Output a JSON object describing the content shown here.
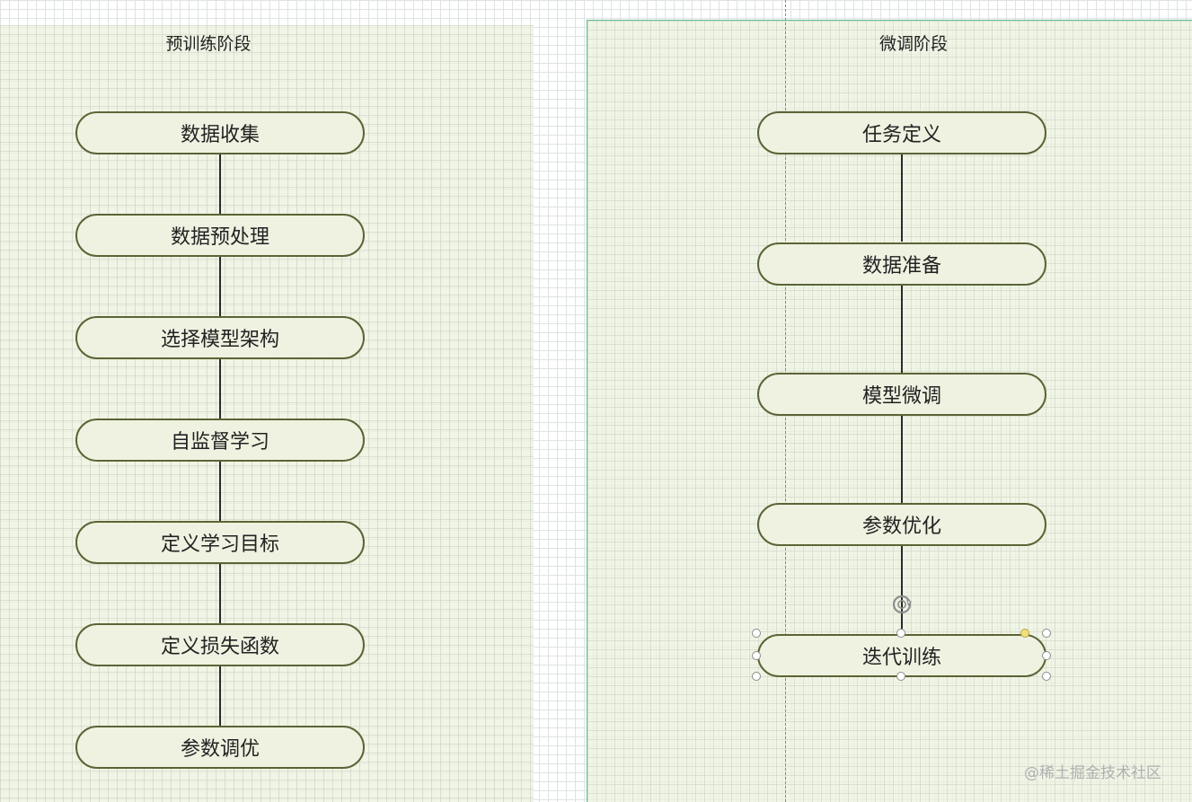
{
  "lanes": {
    "left": {
      "title": "预训练阶段"
    },
    "right": {
      "title": "微调阶段"
    }
  },
  "left_steps": [
    "数据收集",
    "数据预处理",
    "选择模型架构",
    "自监督学习",
    "定义学习目标",
    "定义损失函数",
    "参数调优"
  ],
  "right_steps": [
    "任务定义",
    "数据准备",
    "模型微调",
    "参数优化",
    "迭代训练"
  ],
  "watermark": "@稀土掘金技术社区",
  "colors": {
    "node_border": "#5b6435",
    "node_fill": "#eff2e1",
    "lane_fill": "#ecf2de",
    "selection_border": "#5ec08a",
    "connector": "#2a2a2a"
  },
  "icons": {
    "rotate_handle": "rotate-icon"
  }
}
